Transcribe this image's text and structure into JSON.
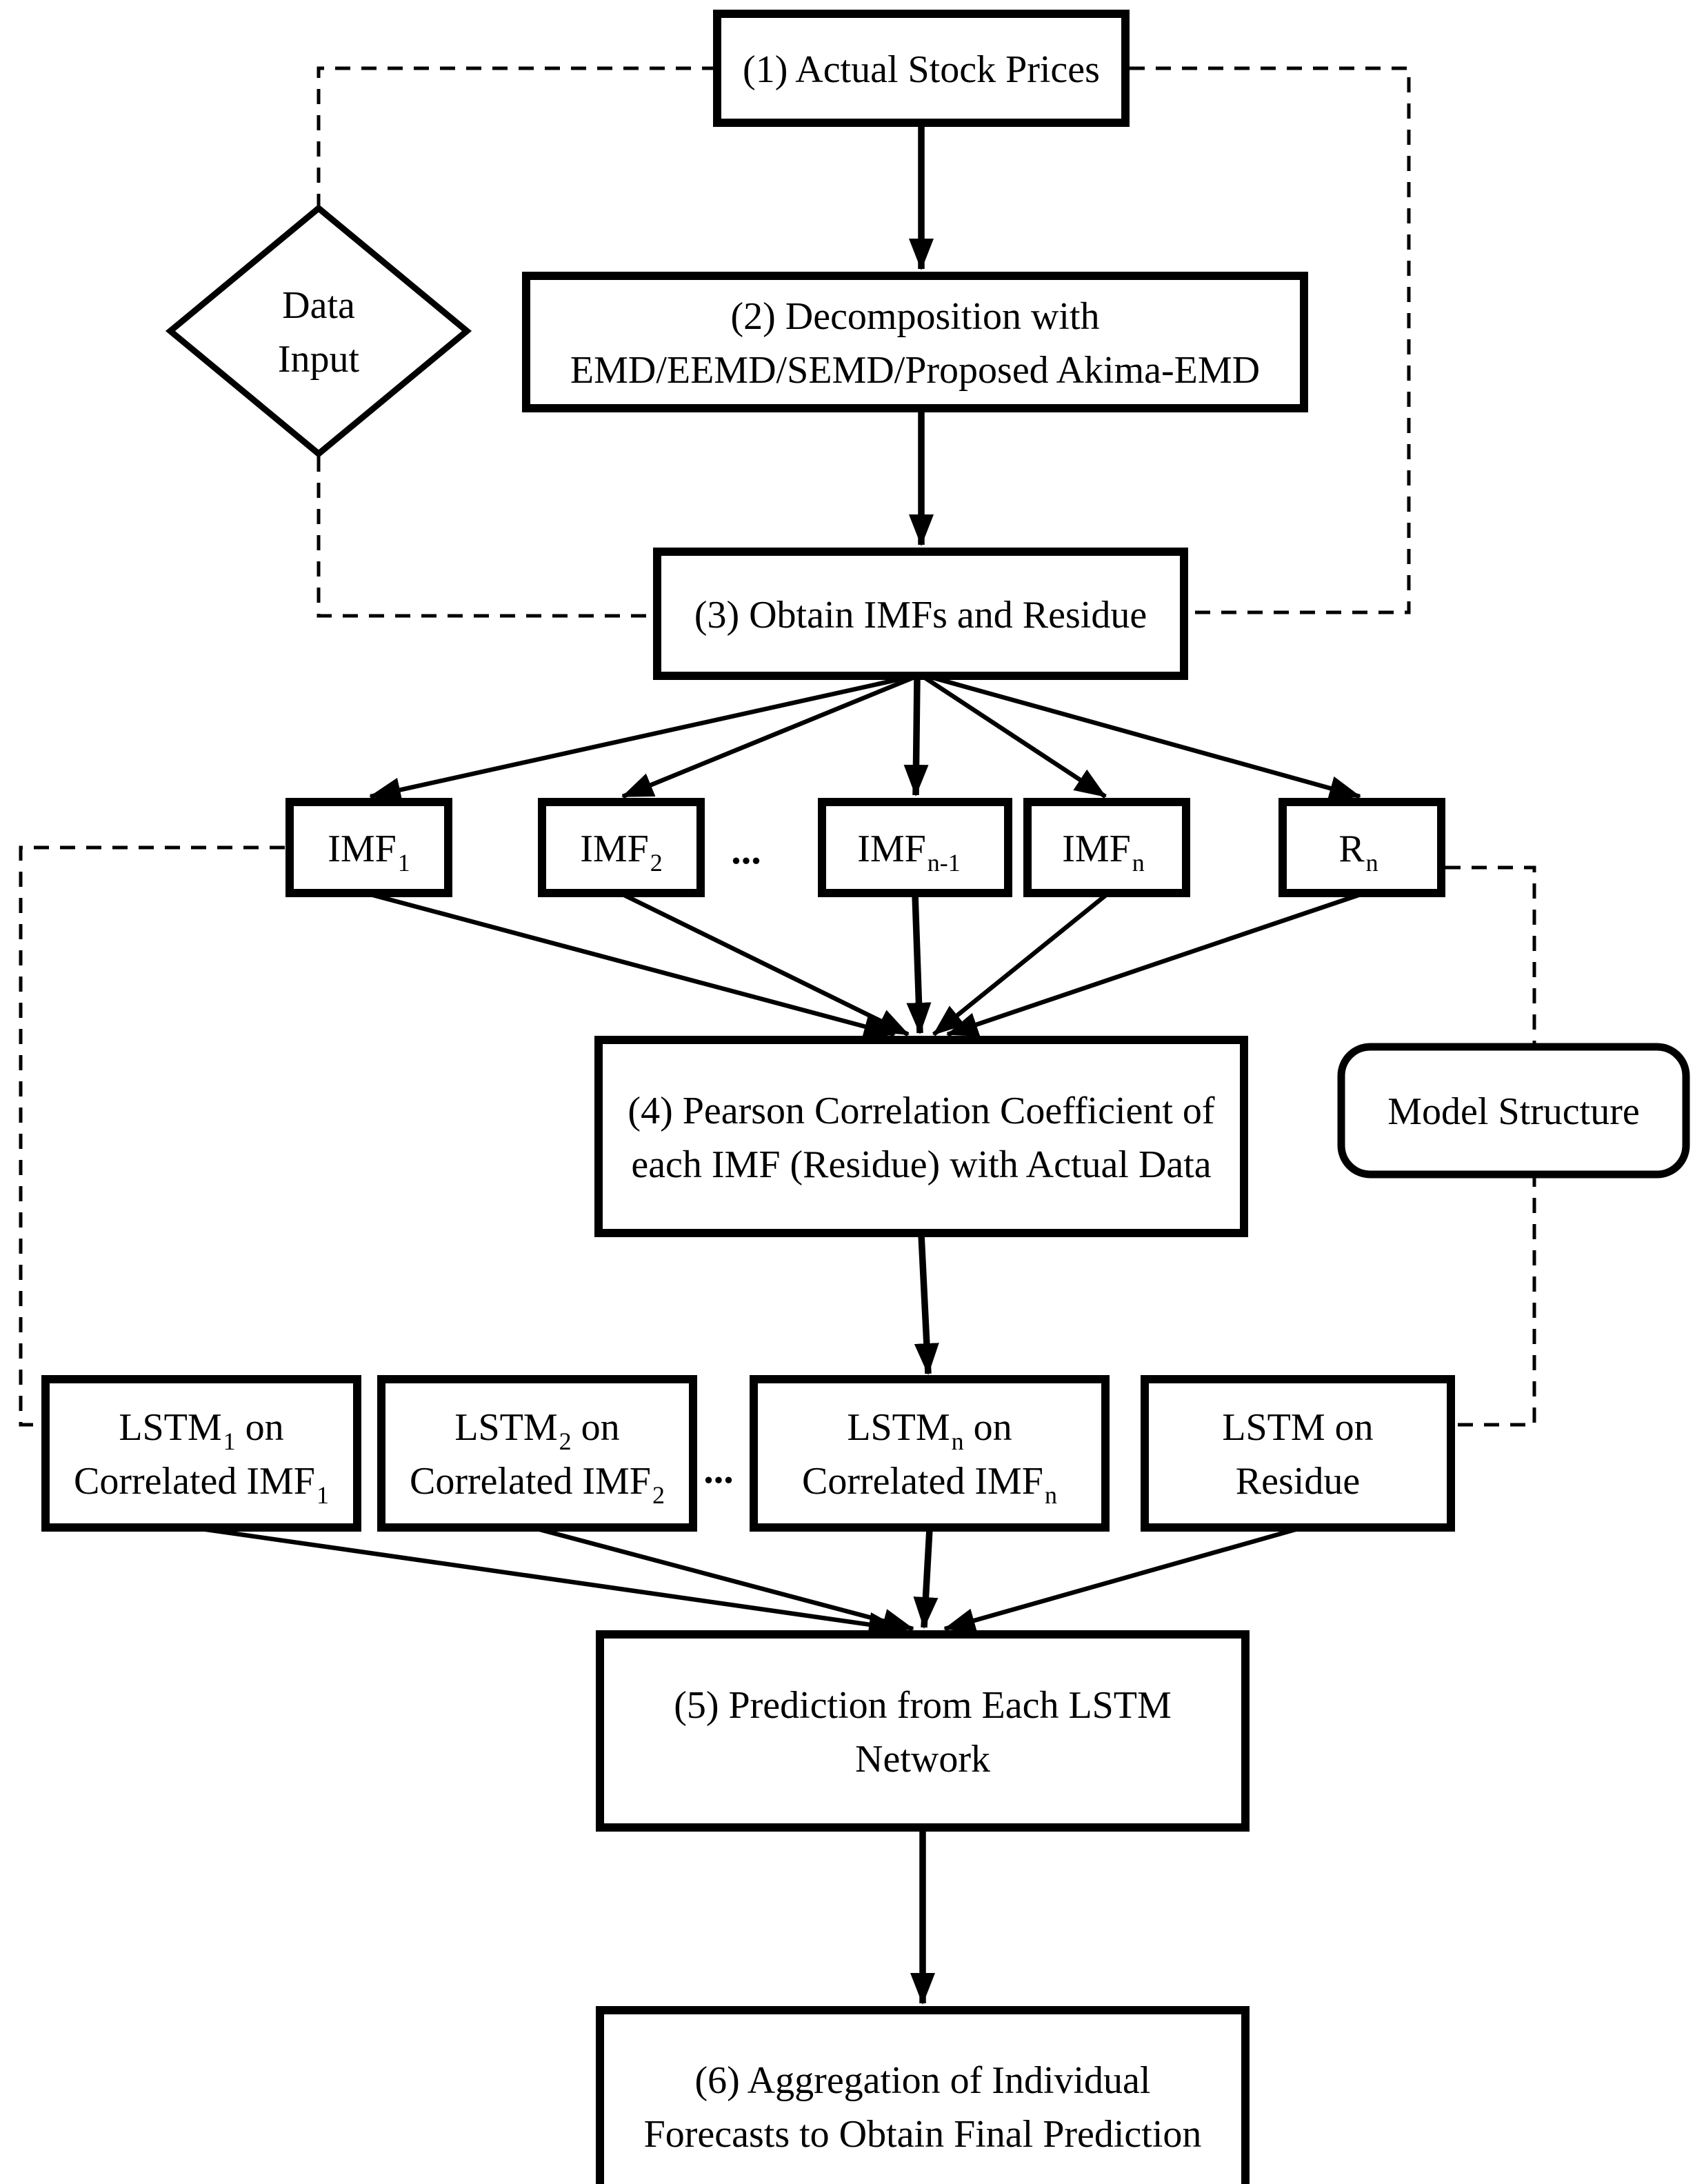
{
  "colors": {
    "stroke": "#000000",
    "background": "#ffffff"
  },
  "diagram": {
    "box1": {
      "label": "(1) Actual Stock Prices"
    },
    "diamond": {
      "line1": "Data",
      "line2": "Input"
    },
    "box2": {
      "line1": "(2) Decomposition with",
      "line2": "EMD/EEMD/SEMD/Proposed Akima-EMD"
    },
    "box3": {
      "label": "(3) Obtain IMFs and Residue"
    },
    "imf_row": {
      "imf1": {
        "base": "IMF",
        "sub": "1"
      },
      "imf2": {
        "base": "IMF",
        "sub": "2"
      },
      "dots": "...",
      "imf_n1": {
        "base": "IMF",
        "sub": "n-1"
      },
      "imf_n": {
        "base": "IMF",
        "sub": "n"
      },
      "rn": {
        "base": "R",
        "sub": "n"
      }
    },
    "box4": {
      "line1": "(4) Pearson Correlation Coefficient of",
      "line2": "each IMF (Residue) with Actual Data"
    },
    "model_structure": {
      "label": "Model Structure"
    },
    "lstm_row": {
      "lstm1": {
        "l1_base": "LSTM",
        "l1_sub": "1",
        "l1_rest": "on",
        "l2_base": "Correlated IMF",
        "l2_sub": "1"
      },
      "lstm2": {
        "l1_base": "LSTM",
        "l1_sub": "2",
        "l1_rest": "on",
        "l2_base": "Correlated IMF",
        "l2_sub": "2"
      },
      "dots": "...",
      "lstm_n": {
        "l1_base": "LSTM",
        "l1_sub": "n",
        "l1_rest": "on",
        "l2_base": "Correlated IMF",
        "l2_sub": "n"
      },
      "lstm_res": {
        "line1": "LSTM on",
        "line2": "Residue"
      }
    },
    "box5": {
      "line1": "(5) Prediction from Each LSTM",
      "line2": "Network"
    },
    "box6": {
      "line1": "(6) Aggregation of Individual",
      "line2": "Forecasts to Obtain Final Prediction"
    }
  }
}
